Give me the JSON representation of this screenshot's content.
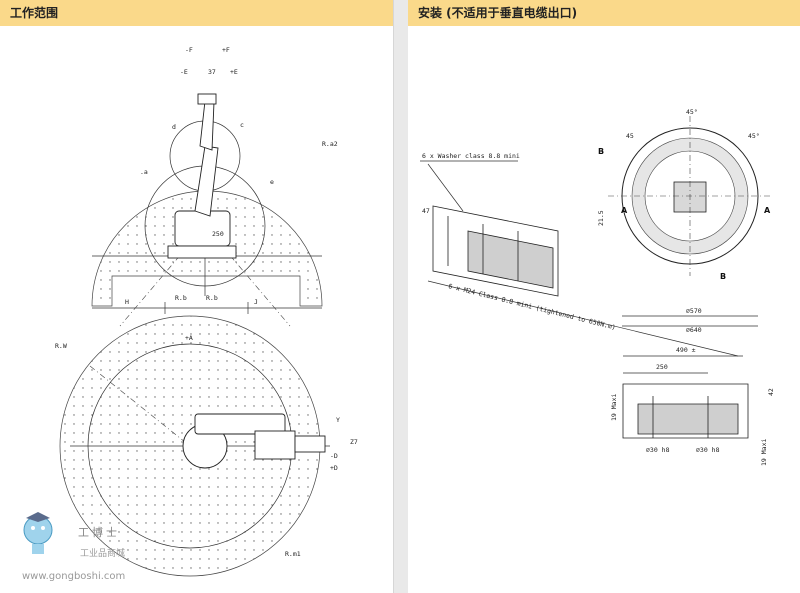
{
  "left_panel": {
    "title": "工作范围",
    "side_view_labels": {
      "plus_f": "+F",
      "minus_f": "-F",
      "minus_e": "-E",
      "plus_e": "+E",
      "z_angle": "37",
      "radius_a2": "R.a2",
      "dim_a": ".a",
      "dim_d": "d",
      "dim_c": "c",
      "dim_e": "e",
      "dim_250": "250",
      "h": "H",
      "rb1": "R.b",
      "rb2": "R.b",
      "j": "J"
    },
    "top_view_labels": {
      "radius_w": "R.W",
      "plus_a": "+A",
      "y": "Y",
      "z": "Z7",
      "minus_d": "-D",
      "plus_d": "+D",
      "radius_m1": "R.m1"
    },
    "watermark": {
      "brand": "工博士",
      "subtitle": "工业品商城",
      "url": "www.gongboshi.com"
    }
  },
  "right_panel": {
    "title": "安装 (不适用于垂直电缆出口)",
    "labels": {
      "washer": "6 x Washer class 8.8 mini",
      "bolt": "6 x M24 Class 8.8 mini (tightened to 650N.m)",
      "dim_47": "47",
      "angle_45a": "45°",
      "angle_45b": "45",
      "angle_45c": "45°",
      "b_top": "B",
      "b_bottom": "B",
      "a_left": "A",
      "a_right": "A",
      "dim_21_5": "21.5",
      "dia_570": "⌀570",
      "dia_640": "⌀640",
      "dim_490": "490 ±",
      "dim_250": "250",
      "max_19_left": "19 Maxi",
      "max_19_right": "19 Maxi",
      "dim_42": "42",
      "dia_30_a": "⌀30 h8",
      "dia_30_b": "⌀30 h8"
    }
  }
}
